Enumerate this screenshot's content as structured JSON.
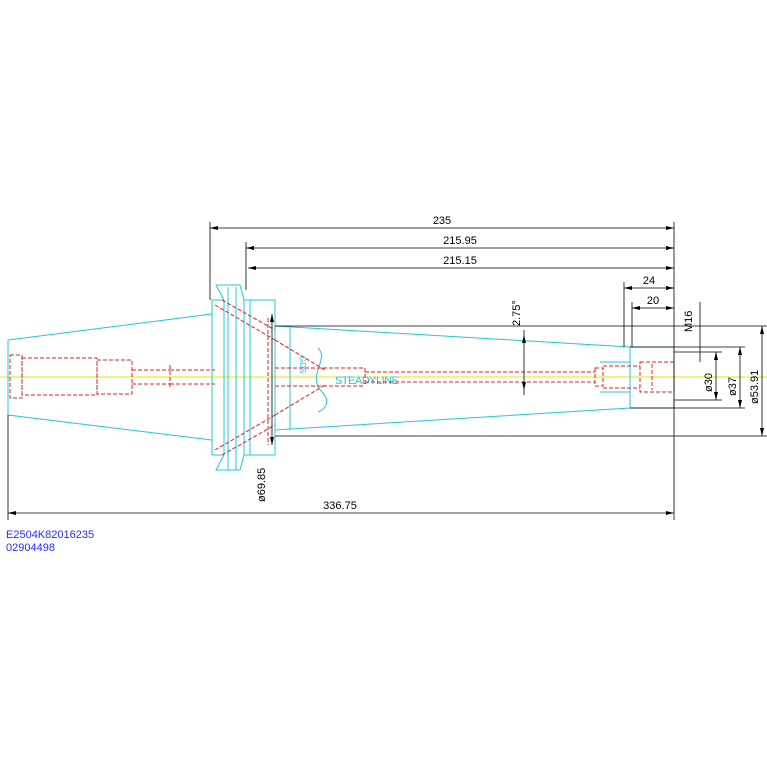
{
  "colors": {
    "outline": "#22c8d8",
    "hidden": "#e02020",
    "centerline": "#e6e600",
    "dimension": "#000000",
    "code": "#2a2aff"
  },
  "dimensions": {
    "overall_235": "235",
    "d_215_95": "215.95",
    "d_215_15": "215.15",
    "d_24": "24",
    "d_20": "20",
    "thread": "M16",
    "taper_angle": "2.75°",
    "dia_30": "ø30",
    "dia_37": "ø37",
    "dia_53_91": "ø53.91",
    "dia_69_85": "ø69.85",
    "overall_336_75": "336.75"
  },
  "branding": {
    "name": "STEADYLINE",
    "vertical_logo": "GDS"
  },
  "part_codes": {
    "article": "E2504K82016235",
    "number": "02904498"
  }
}
